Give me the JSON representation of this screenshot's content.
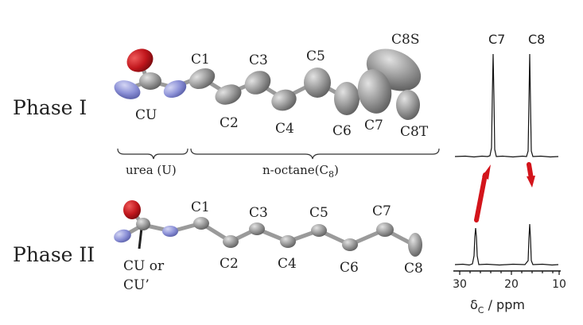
{
  "phases": {
    "phase1": "Phase I",
    "phase2": "Phase II"
  },
  "phase1_labels": {
    "cu": "CU",
    "c1": "C1",
    "c2": "C2",
    "c3": "C3",
    "c4": "C4",
    "c5": "C5",
    "c6": "C6",
    "c7": "C7",
    "c8s": "C8S",
    "c8t": "C8T"
  },
  "phase2_labels": {
    "cu_line1": "CU or",
    "cu_line2": "CU’",
    "c1": "C1",
    "c2": "C2",
    "c3": "C3",
    "c4": "C4",
    "c5": "C5",
    "c6": "C6",
    "c7": "C7",
    "c8": "C8"
  },
  "braces": {
    "urea": "urea (U)",
    "octane_main": "n-octane(C",
    "octane_sub": "8",
    "octane_close": ")"
  },
  "spectrum": {
    "peak_c7": "C7",
    "peak_c8": "C8",
    "ticks": [
      "30",
      "20",
      "10"
    ],
    "axis_delta": "δ",
    "axis_sub": "C",
    "axis_rest": " / ppm"
  },
  "colors": {
    "oxygen": "#c0161c",
    "nitrogen": "#8a8fd6",
    "carbon": "#8c8c8c",
    "arrow": "#d3141b"
  }
}
